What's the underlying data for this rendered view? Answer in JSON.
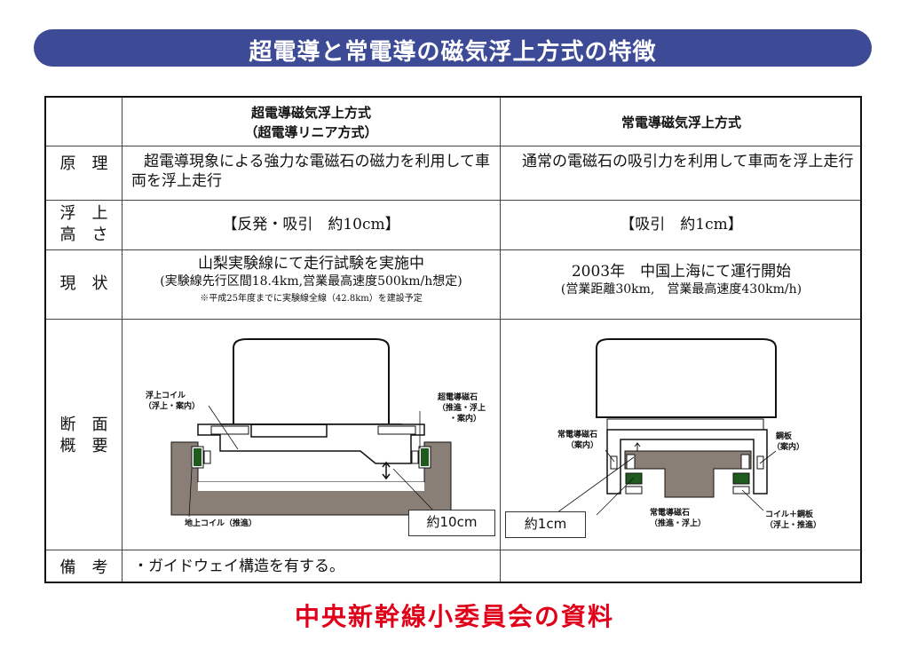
{
  "title": "超電導と常電導の磁気浮上方式の特徴",
  "table": {
    "headers": {
      "col1_line1": "超電導磁気浮上方式",
      "col1_line2": "（超電導リニア方式）",
      "col2": "常電導磁気浮上方式"
    },
    "rows": {
      "principle": {
        "label": "原　理",
        "col1": "超電導現象による強力な電磁石の磁力を利用して車両を浮上走行",
        "col2": "通常の電磁石の吸引力を利用して車両を浮上走行"
      },
      "levitation": {
        "label_line1": "浮　上",
        "label_line2": "高　さ",
        "col1": "【反発・吸引　約10cm】",
        "col2": "【吸引　約1cm】"
      },
      "status": {
        "label": "現　状",
        "col1_line1": "山梨実験線にて走行試験を実施中",
        "col1_line2": "(実験線先行区間18.4km,営業最高速度500km/h想定)",
        "col1_note": "※平成25年度までに実験線全線（42.8km）を建設予定",
        "col2_line1": "2003年　中国上海にて運行開始",
        "col2_line2": "(営業距離30km,　営業最高速度430km/h)"
      },
      "cross_section": {
        "label_line1": "断　面",
        "label_line2": "概　要",
        "col1": {
          "label_levitation_coil_1": "浮上コイル",
          "label_levitation_coil_2": "（浮上・案内）",
          "label_sc_magnet_1": "超電導磁石",
          "label_sc_magnet_2": "（推進・浮上",
          "label_sc_magnet_3": "・案内）",
          "label_ground_coil": "地上コイル（推進）",
          "gap_box": "約10cm"
        },
        "col2": {
          "label_nc_magnet_guide_1": "常電導磁石",
          "label_nc_magnet_guide_2": "（案内）",
          "label_steel_plate_1": "鋼板",
          "label_steel_plate_2": "（案内）",
          "label_nc_magnet_prop_1": "常電導磁石",
          "label_nc_magnet_prop_2": "（推進・浮上）",
          "label_coil_steel_1": "コイル＋鋼板",
          "label_coil_steel_2": "（浮上・推進）",
          "gap_box": "約1cm"
        }
      },
      "remarks": {
        "label": "備　考",
        "col1": "・ガイドウェイ構造を有する。",
        "col2": ""
      }
    }
  },
  "footer": "中央新幹線小委員会の資料",
  "colors": {
    "banner": "#3d4a96",
    "footer_text": "#e0001a",
    "coil_green": "#1f5a1f",
    "guideway_gray": "#8a7f76"
  }
}
